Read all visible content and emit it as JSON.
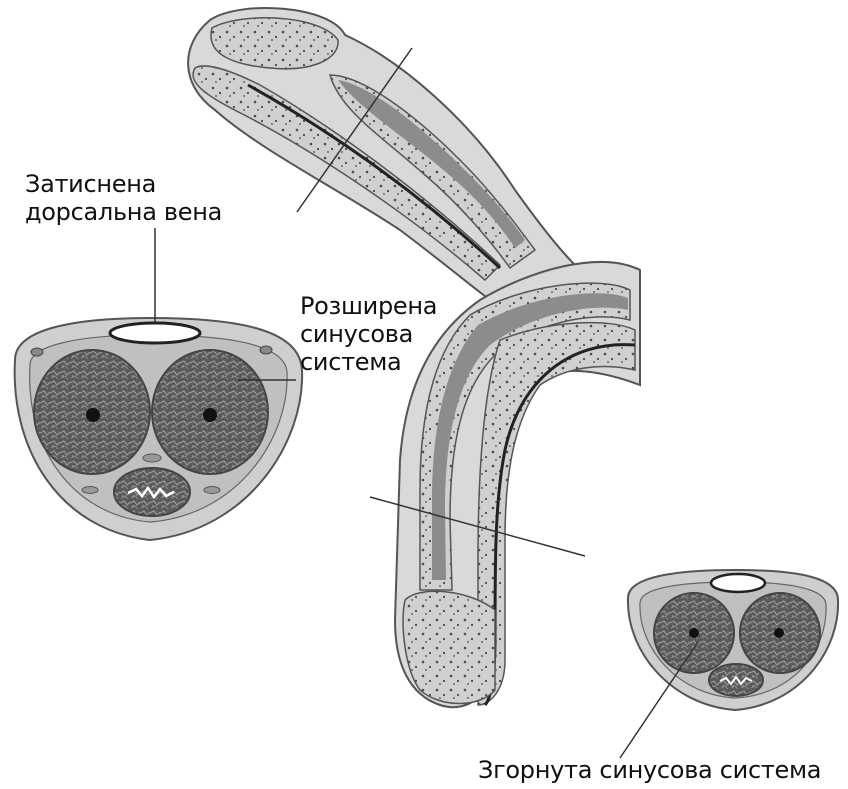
{
  "labels": {
    "compressed_vein": [
      "Затиснена",
      "дорсальна вена"
    ],
    "dilated_sinus": [
      "Розширена",
      "синусова",
      "система"
    ],
    "collapsed_sinus": "Згорнута синусова система"
  },
  "colors": {
    "outline": "#555555",
    "skin": "#d8d8d8",
    "inner_layer": "#c6c6c6",
    "tunica_band": "#8c8c8c",
    "spongy_tissue": "#606060",
    "speckle": "#3a3a3a",
    "vein_fill": "#ffffff",
    "leader_line": "#333333"
  }
}
